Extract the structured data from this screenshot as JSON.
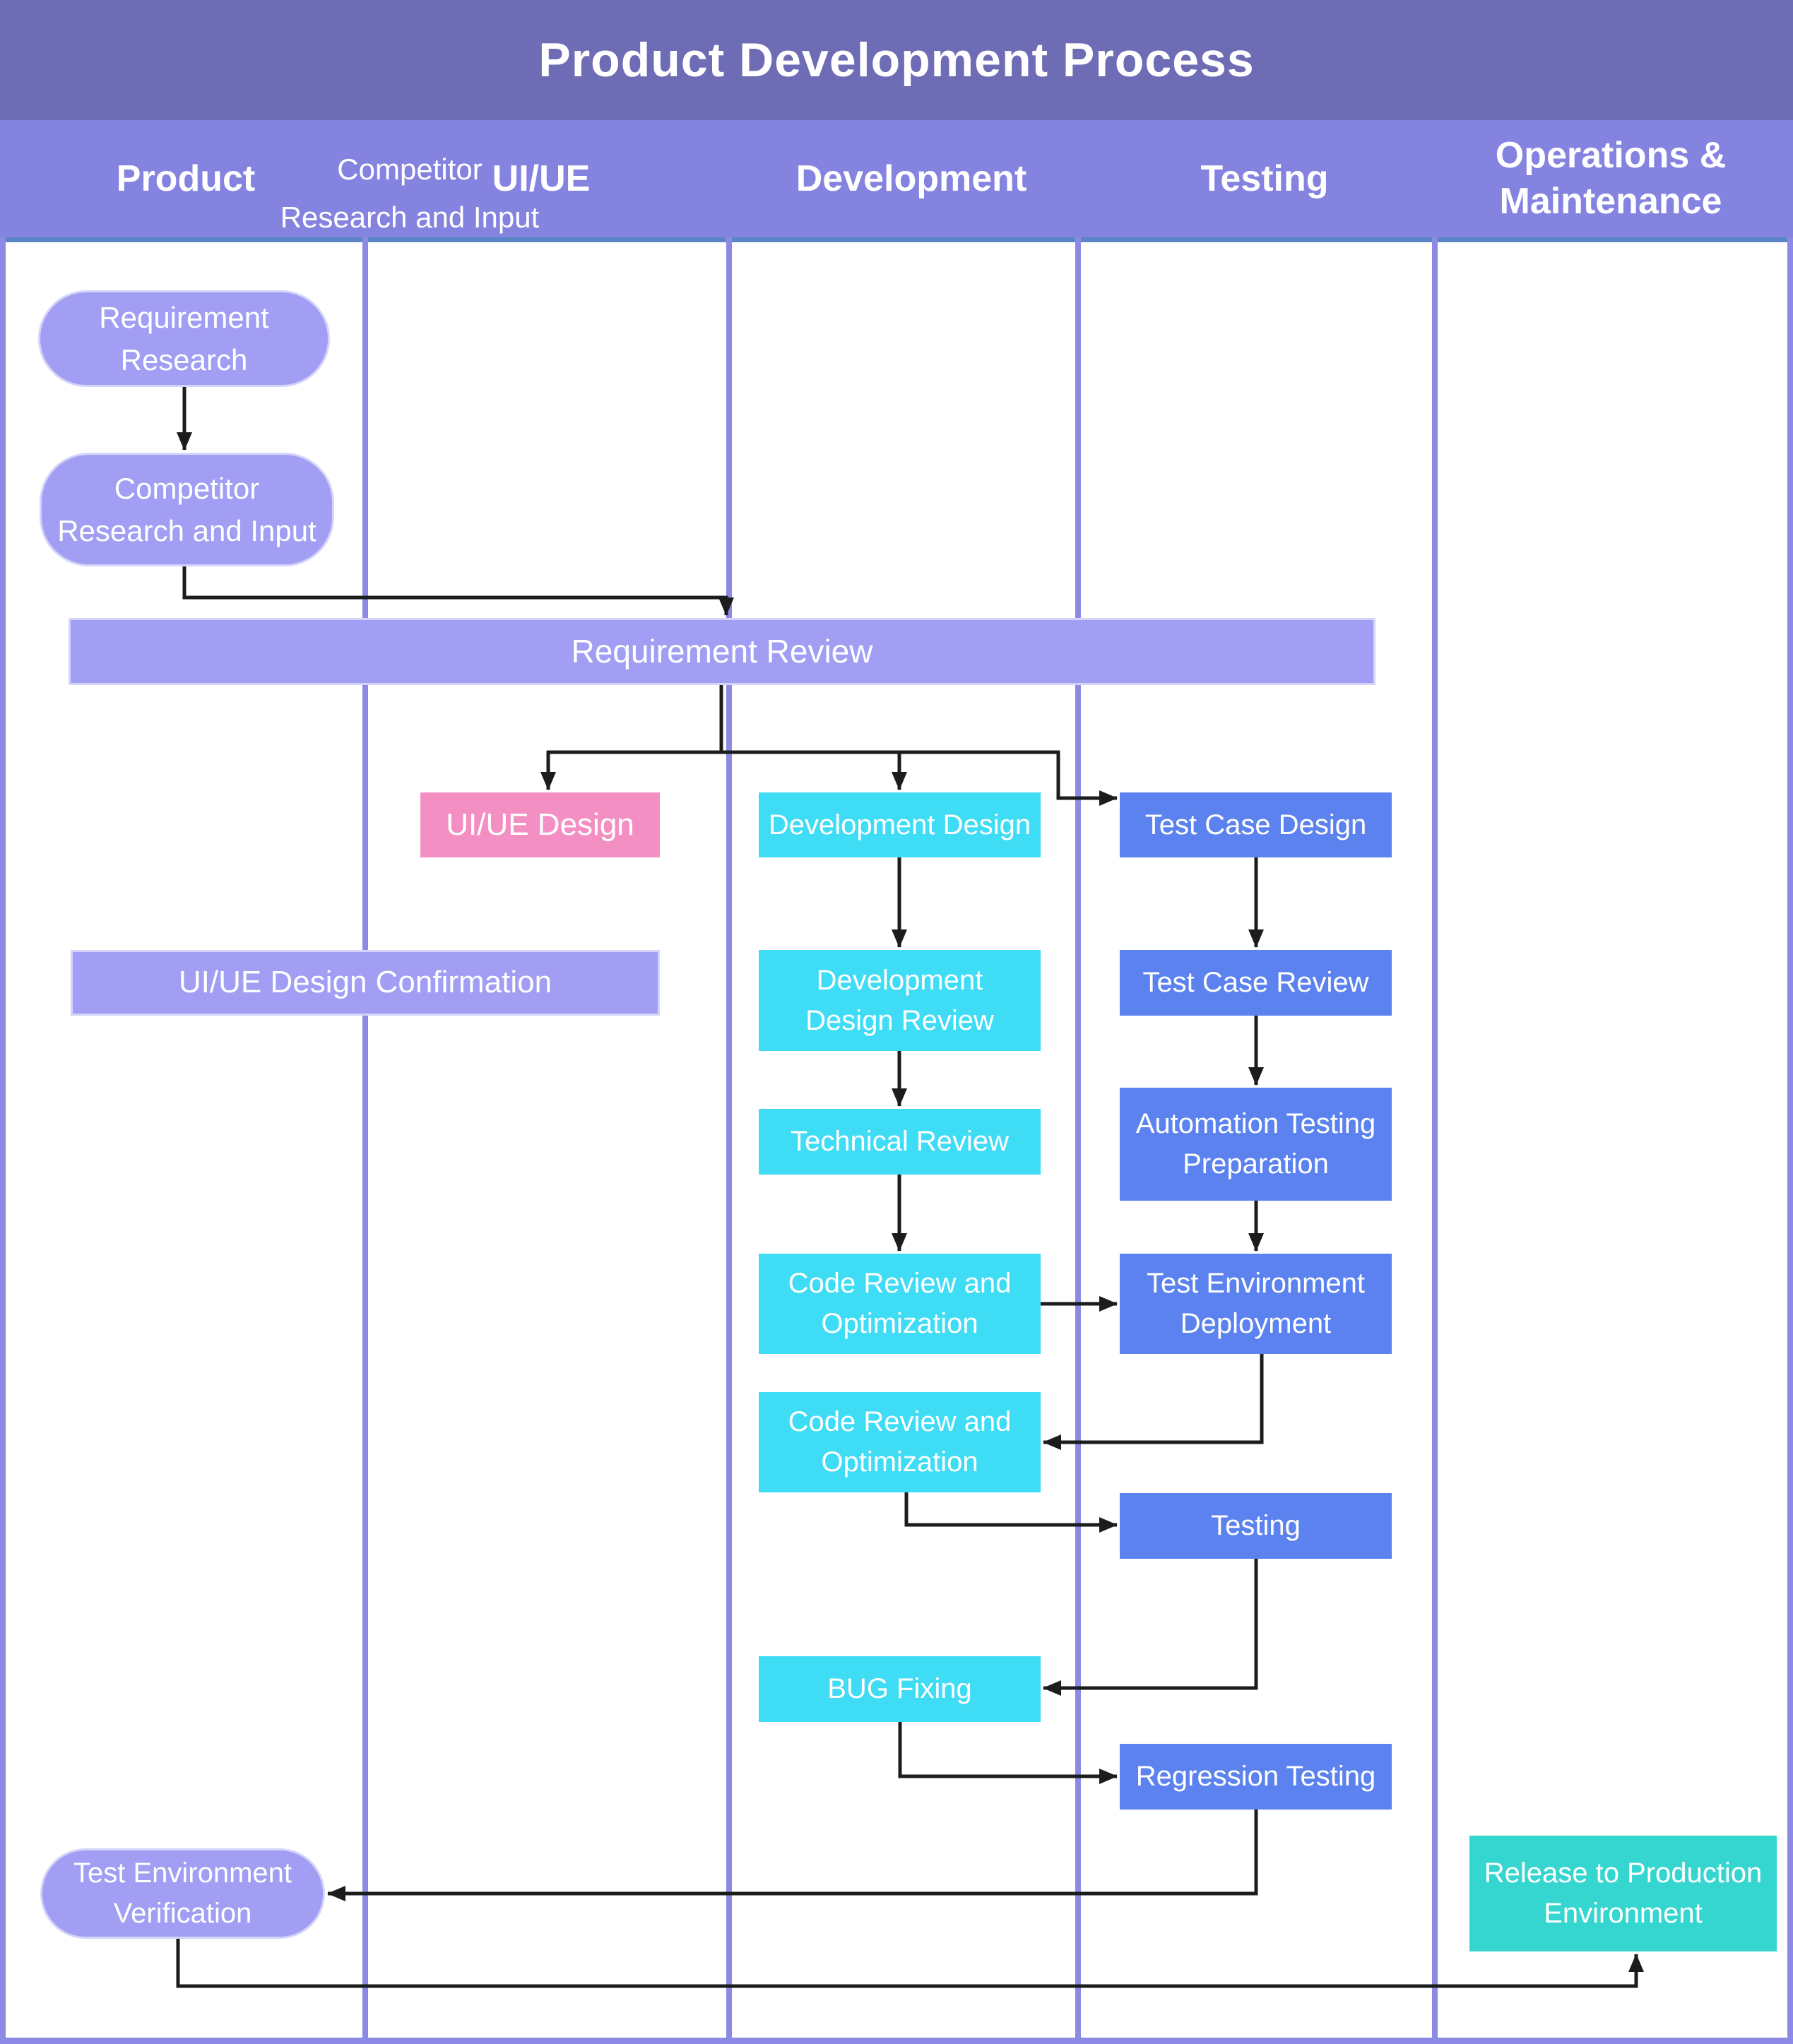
{
  "title": "Product Development Process",
  "lanes": [
    {
      "label": "Product"
    },
    {
      "label": "UI/UE"
    },
    {
      "label": "Development"
    },
    {
      "label": "Testing"
    },
    {
      "label": "Operations &\nMaintenance"
    }
  ],
  "stray_header_label": "Competitor\nResearch and Input",
  "nodes": {
    "requirement_research": {
      "label": "Requirement\nResearch"
    },
    "competitor_research": {
      "label": "Competitor\nResearch and Input"
    },
    "requirement_review": {
      "label": "Requirement Review"
    },
    "uiue_design": {
      "label": "UI/UE Design"
    },
    "uiue_design_confirmation": {
      "label": "UI/UE Design Confirmation"
    },
    "development_design": {
      "label": "Development Design"
    },
    "development_design_review": {
      "label": "Development\nDesign Review"
    },
    "technical_review": {
      "label": "Technical Review"
    },
    "code_review_1": {
      "label": "Code Review and\nOptimization"
    },
    "code_review_2": {
      "label": "Code Review and\nOptimization"
    },
    "bug_fixing": {
      "label": "BUG Fixing"
    },
    "test_case_design": {
      "label": "Test Case Design"
    },
    "test_case_review": {
      "label": "Test Case Review"
    },
    "automation_testing_preparation": {
      "label": "Automation Testing\nPreparation"
    },
    "test_environment_deployment": {
      "label": "Test Environment\nDeployment"
    },
    "testing": {
      "label": "Testing"
    },
    "regression_testing": {
      "label": "Regression Testing"
    },
    "test_environment_verification": {
      "label": "Test Environment\nVerification"
    },
    "release_to_production": {
      "label": "Release to Production\nEnvironment"
    }
  },
  "colors": {
    "title_bg": "#6e6cb4",
    "header_bg": "#8583e0",
    "purple_box": "#a19ef3",
    "pink": "#f38fc2",
    "cyan": "#3edcf5",
    "blue": "#5b82ee",
    "teal": "#35d6d0",
    "lane_line": "#8c8ae4",
    "top_line": "#5a85c6",
    "connector": "#1c1c1c"
  }
}
